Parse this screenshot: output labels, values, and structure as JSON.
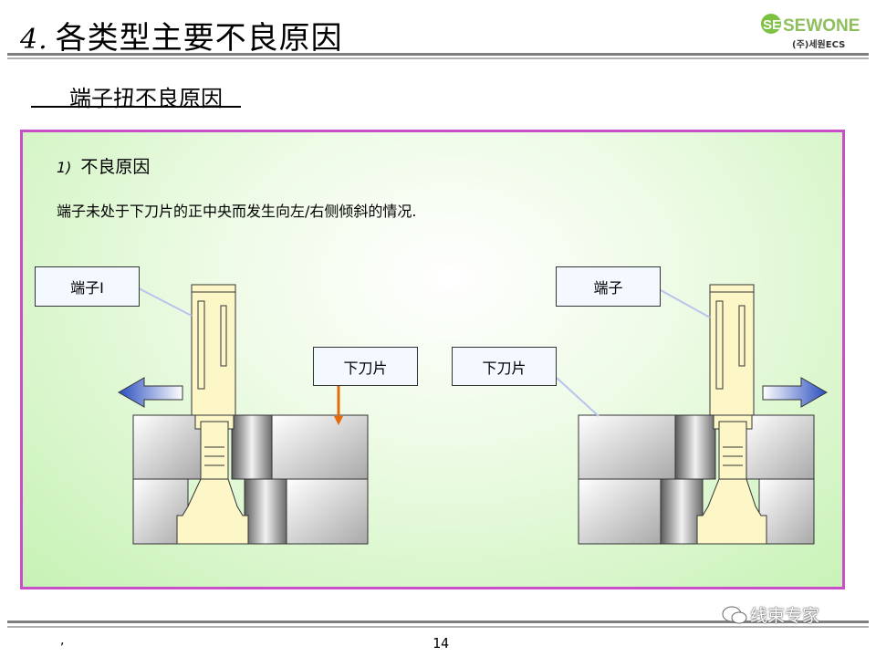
{
  "header": {
    "number": "4.",
    "title": "各类型主要不良原因",
    "logo_text": "SEWONECS",
    "logo_sub": "(주)세원ECS"
  },
  "subtitle": "端子扭不良原因",
  "panel": {
    "heading_index": "1)",
    "heading": "不良原因",
    "description": "端子未处于下刀片的正中央而发生向左/右侧倾斜的情况."
  },
  "labels": {
    "left_terminal": "端子I",
    "left_blade": "下刀片",
    "right_blade": "下刀片",
    "right_terminal": "端子"
  },
  "colors": {
    "panel_border": "#c94fc8",
    "panel_fill": "#c6f2b4",
    "terminal_fill": "#fdf7c8",
    "arrow_blue": "#2a4fbf",
    "pointer_orange": "#e46a0a"
  },
  "footer": {
    "page_number": "14",
    "mark": ",",
    "watermark": "线束专家"
  }
}
